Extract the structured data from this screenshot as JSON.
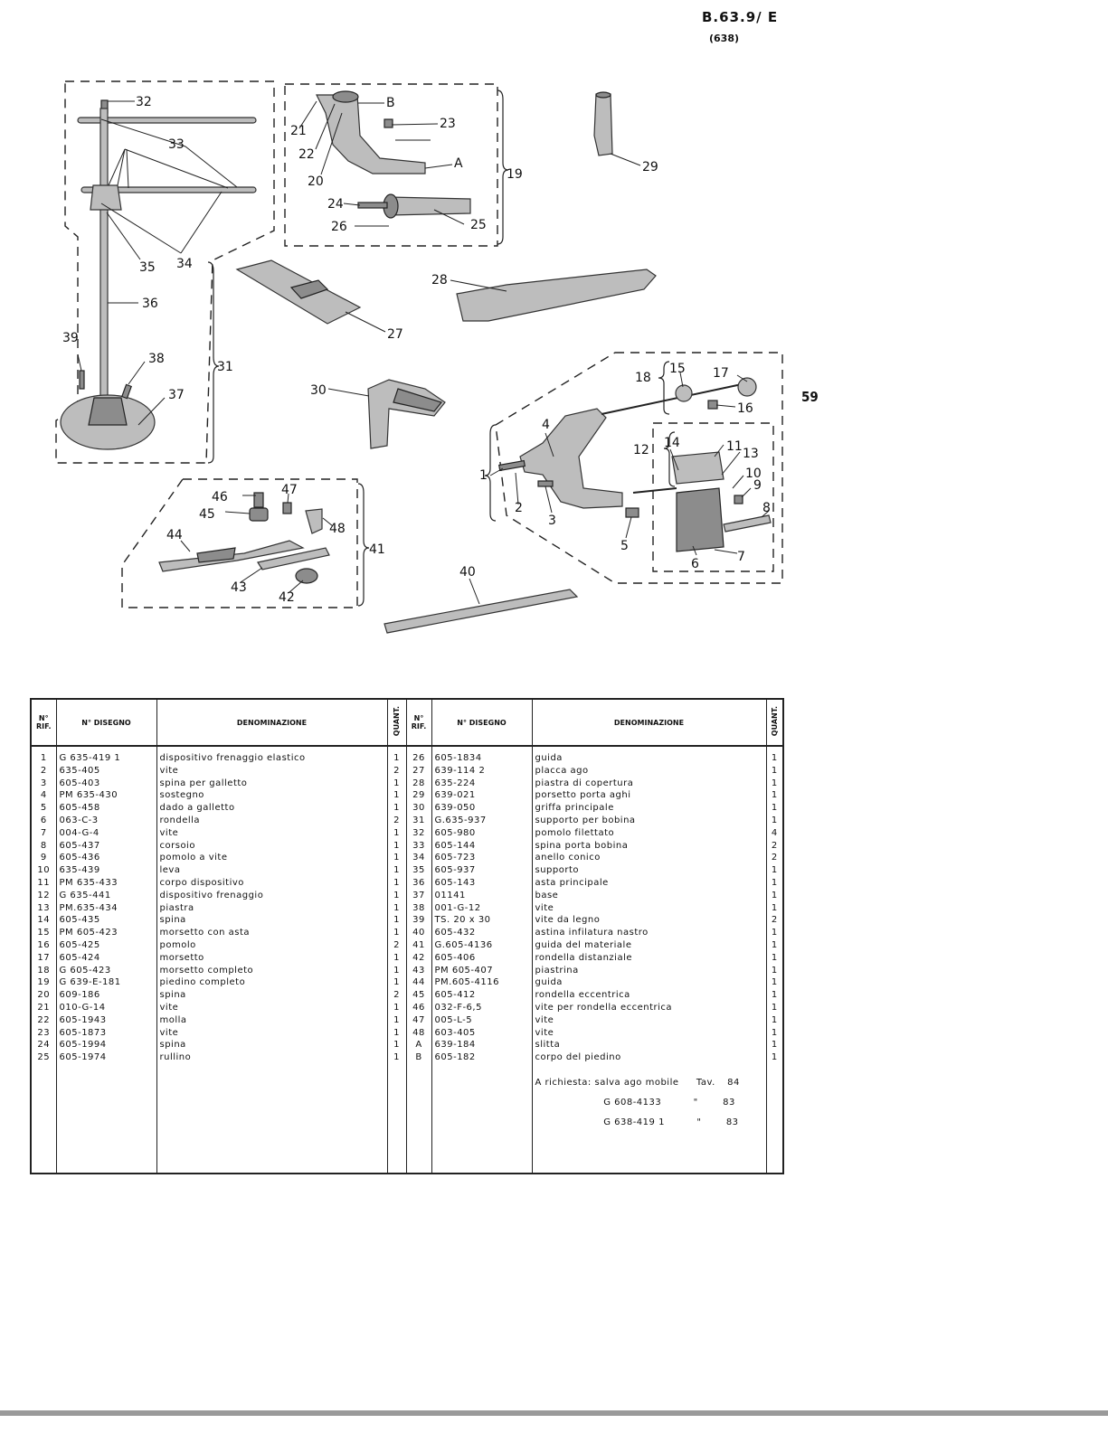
{
  "header": {
    "code": "B.63.9/ E",
    "sub": "(638)",
    "page_number": "59"
  },
  "diagram_labels": [
    "1",
    "2",
    "3",
    "4",
    "5",
    "6",
    "7",
    "8",
    "9",
    "10",
    "11",
    "12",
    "13",
    "14",
    "15",
    "16",
    "17",
    "18",
    "19",
    "20",
    "21",
    "22",
    "23",
    "24",
    "25",
    "26",
    "27",
    "28",
    "29",
    "30",
    "31",
    "32",
    "33",
    "34",
    "35",
    "36",
    "37",
    "38",
    "39",
    "40",
    "41",
    "42",
    "43",
    "44",
    "45",
    "46",
    "47",
    "48",
    "A",
    "B"
  ],
  "table": {
    "headers": {
      "rif": "N° RIF.",
      "disegno": "N° DISEGNO",
      "denominazione": "DENOMINAZIONE",
      "quant": "QUANT."
    },
    "left": [
      {
        "rif": "1",
        "dis": "G 635-419 1",
        "den": "dispositivo frenaggio elastico",
        "q": "1"
      },
      {
        "rif": "2",
        "dis": "635-405",
        "den": "vite",
        "q": "2"
      },
      {
        "rif": "3",
        "dis": "605-403",
        "den": "spina per galletto",
        "q": "1"
      },
      {
        "rif": "4",
        "dis": "PM 635-430",
        "den": "sostegno",
        "q": "1"
      },
      {
        "rif": "5",
        "dis": "605-458",
        "den": "dado a galletto",
        "q": "1"
      },
      {
        "rif": "6",
        "dis": "063-C-3",
        "den": "rondella",
        "q": "2"
      },
      {
        "rif": "7",
        "dis": "004-G-4",
        "den": "vite",
        "q": "1"
      },
      {
        "rif": "8",
        "dis": "605-437",
        "den": "corsoio",
        "q": "1"
      },
      {
        "rif": "9",
        "dis": "605-436",
        "den": "pomolo a vite",
        "q": "1"
      },
      {
        "rif": "10",
        "dis": "635-439",
        "den": "leva",
        "q": "1"
      },
      {
        "rif": "11",
        "dis": "PM 635-433",
        "den": "corpo dispositivo",
        "q": "1"
      },
      {
        "rif": "12",
        "dis": "G 635-441",
        "den": "dispositivo frenaggio",
        "q": "1"
      },
      {
        "rif": "13",
        "dis": "PM.635-434",
        "den": "piastra",
        "q": "1"
      },
      {
        "rif": "14",
        "dis": "605-435",
        "den": "spina",
        "q": "1"
      },
      {
        "rif": "15",
        "dis": "PM 605-423",
        "den": "morsetto con asta",
        "q": "1"
      },
      {
        "rif": "16",
        "dis": "605-425",
        "den": "pomolo",
        "q": "2"
      },
      {
        "rif": "17",
        "dis": "605-424",
        "den": "morsetto",
        "q": "1"
      },
      {
        "rif": "18",
        "dis": "G 605-423",
        "den": "morsetto completo",
        "q": "1"
      },
      {
        "rif": "19",
        "dis": "G 639-E-181",
        "den": "piedino completo",
        "q": "1"
      },
      {
        "rif": "20",
        "dis": "609-186",
        "den": "spina",
        "q": "2"
      },
      {
        "rif": "21",
        "dis": "010-G-14",
        "den": "vite",
        "q": "1"
      },
      {
        "rif": "22",
        "dis": "605-1943",
        "den": "molla",
        "q": "1"
      },
      {
        "rif": "23",
        "dis": "605-1873",
        "den": "vite",
        "q": "1"
      },
      {
        "rif": "24",
        "dis": "605-1994",
        "den": "spina",
        "q": "1"
      },
      {
        "rif": "25",
        "dis": "605-1974",
        "den": "rullino",
        "q": "1"
      }
    ],
    "right": [
      {
        "rif": "26",
        "dis": "605-1834",
        "den": "guida",
        "q": "1"
      },
      {
        "rif": "27",
        "dis": "639-114 2",
        "den": "placca ago",
        "q": "1"
      },
      {
        "rif": "28",
        "dis": "635-224",
        "den": "piastra di copertura",
        "q": "1"
      },
      {
        "rif": "29",
        "dis": "639-021",
        "den": "porsetto porta aghi",
        "q": "1"
      },
      {
        "rif": "30",
        "dis": "639-050",
        "den": "griffa principale",
        "q": "1"
      },
      {
        "rif": "31",
        "dis": "G.635-937",
        "den": "supporto per bobina",
        "q": "1"
      },
      {
        "rif": "32",
        "dis": "605-980",
        "den": "pomolo filettato",
        "q": "4"
      },
      {
        "rif": "33",
        "dis": "605-144",
        "den": "spina porta bobina",
        "q": "2"
      },
      {
        "rif": "34",
        "dis": "605-723",
        "den": "anello conico",
        "q": "2"
      },
      {
        "rif": "35",
        "dis": "605-937",
        "den": "supporto",
        "q": "1"
      },
      {
        "rif": "36",
        "dis": "605-143",
        "den": "asta principale",
        "q": "1"
      },
      {
        "rif": "37",
        "dis": "01141",
        "den": "base",
        "q": "1"
      },
      {
        "rif": "38",
        "dis": "001-G-12",
        "den": "vite",
        "q": "1"
      },
      {
        "rif": "39",
        "dis": "TS. 20 x 30",
        "den": "vite da legno",
        "q": "2"
      },
      {
        "rif": "40",
        "dis": "605-432",
        "den": "astina infilatura nastro",
        "q": "1"
      },
      {
        "rif": "41",
        "dis": "G.605-4136",
        "den": "guida del materiale",
        "q": "1"
      },
      {
        "rif": "42",
        "dis": "605-406",
        "den": "rondella distanziale",
        "q": "1"
      },
      {
        "rif": "43",
        "dis": "PM 605-407",
        "den": "piastrina",
        "q": "1"
      },
      {
        "rif": "44",
        "dis": "PM.605-4116",
        "den": "guida",
        "q": "1"
      },
      {
        "rif": "45",
        "dis": "605-412",
        "den": "rondella eccentrica",
        "q": "1"
      },
      {
        "rif": "46",
        "dis": "032-F-6,5",
        "den": "vite per rondella eccentrica",
        "q": "1"
      },
      {
        "rif": "47",
        "dis": "005-L-5",
        "den": "vite",
        "q": "1"
      },
      {
        "rif": "48",
        "dis": "603-405",
        "den": "vite",
        "q": "1"
      },
      {
        "rif": "A",
        "dis": "639-184",
        "den": "slitta",
        "q": "1"
      },
      {
        "rif": "B",
        "dis": "605-182",
        "den": "corpo del piedino",
        "q": "1"
      }
    ],
    "note": {
      "line1_label": "A richiesta: salva ago mobile",
      "line1_tav": "Tav.",
      "line1_num": "84",
      "line2_code": "G 608-4133",
      "line2_ditto": "\"",
      "line2_num": "83",
      "line3_code": "G 638-419  1",
      "line3_ditto": "\"",
      "line3_num": "83"
    }
  }
}
